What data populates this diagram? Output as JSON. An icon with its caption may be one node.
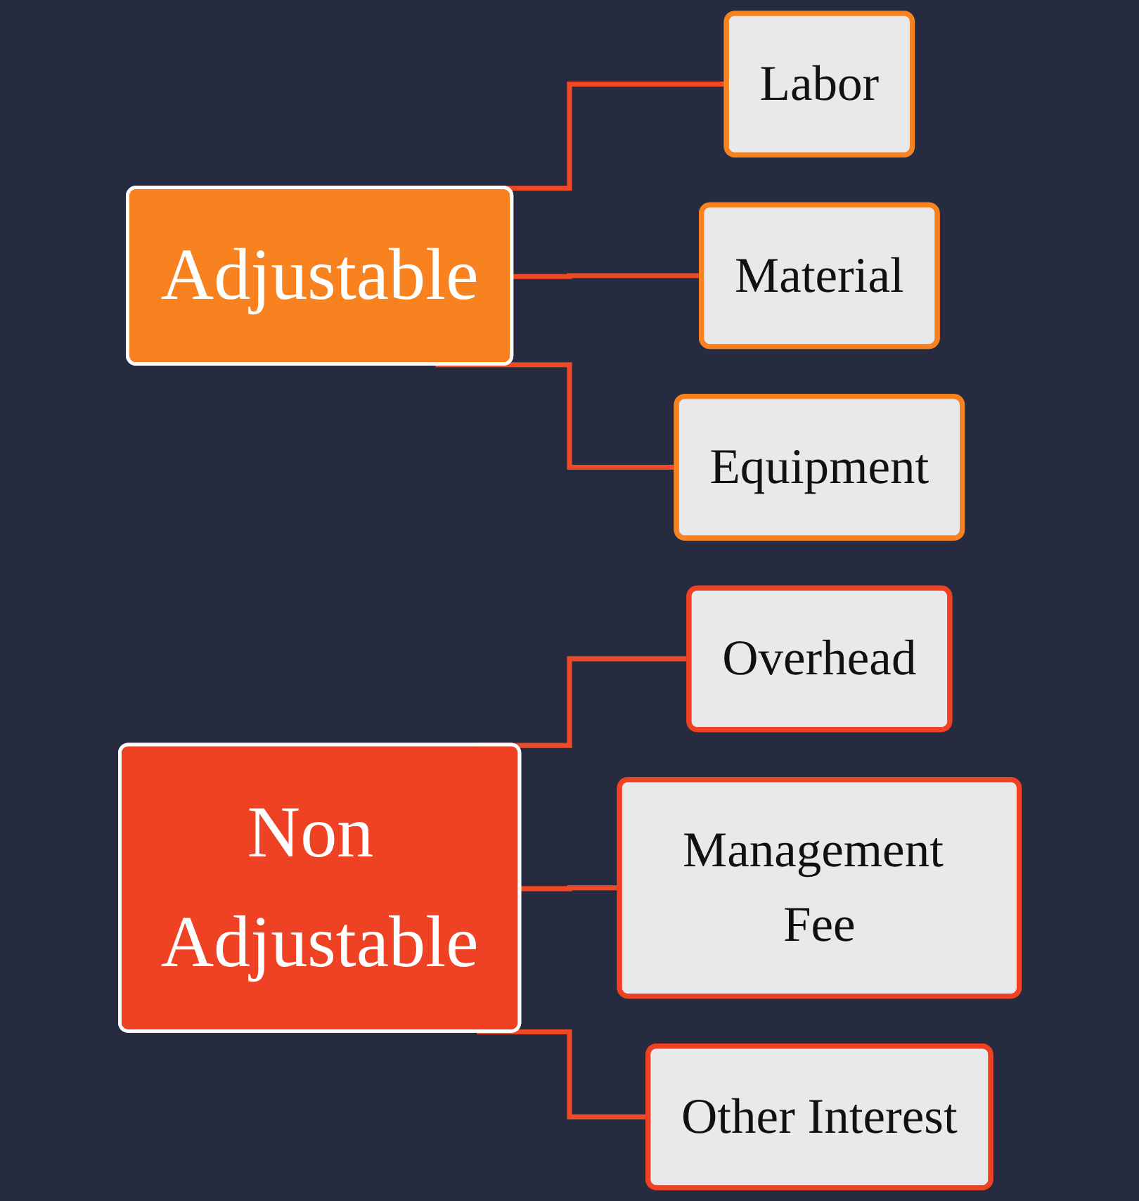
{
  "diagram": {
    "nodes": [
      {
        "text": [
          "Adjustable"
        ]
      },
      {
        "text": [
          "Labor"
        ]
      },
      {
        "text": [
          "Material"
        ]
      },
      {
        "text": [
          "Equipment"
        ]
      },
      {
        "text": [
          "Non Adjustable"
        ]
      },
      {
        "text": [
          "Overhead"
        ]
      },
      {
        "text": [
          "Management Fee"
        ]
      },
      {
        "text": [
          "Other Interest"
        ]
      }
    ],
    "edges": [
      {
        "from": 0,
        "to": 1,
        "arrow": "none"
      },
      {
        "from": 0,
        "to": 2,
        "arrow": "none"
      },
      {
        "from": 0,
        "to": 3,
        "arrow": "none"
      },
      {
        "from": 4,
        "to": 5,
        "arrow": "none"
      },
      {
        "from": 4,
        "to": 6,
        "arrow": "none"
      },
      {
        "from": 4,
        "to": 7,
        "arrow": "none"
      }
    ]
  }
}
